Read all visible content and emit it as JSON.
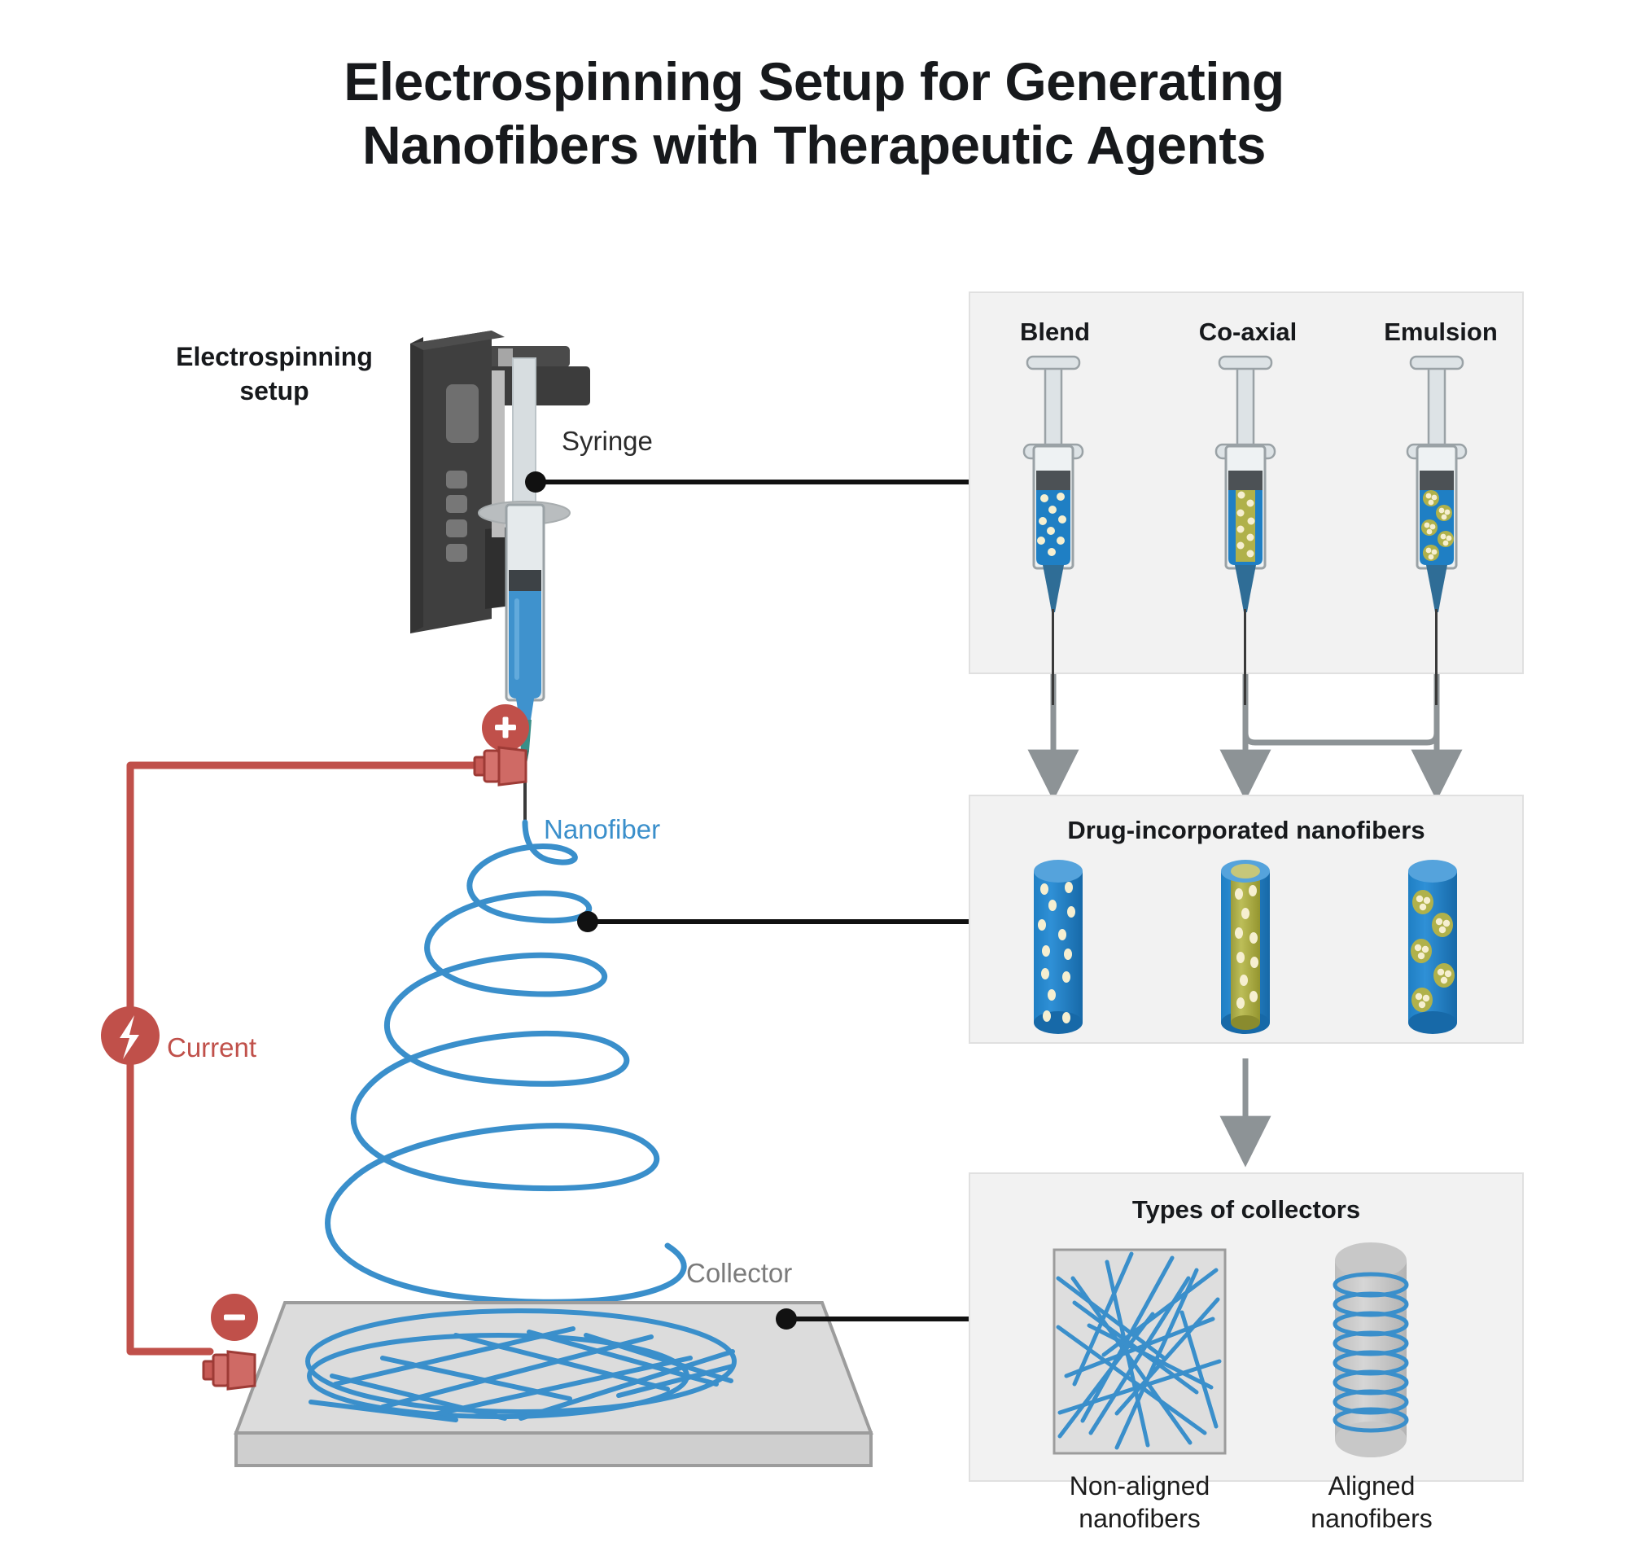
{
  "title": "Electrospinning Setup for Generating Nanofibers with Therapeutic Agents",
  "title_line1": "Electrospinning Setup for Generating",
  "title_line2": "Nanofibers with Therapeutic Agents",
  "labels": {
    "setup": "Electrospinning setup",
    "setup_line1": "Electrospinning",
    "setup_line2": "setup",
    "syringe": "Syringe",
    "nanofiber": "Nanofiber",
    "collector": "Collector",
    "current": "Current",
    "positive_electrode": "+",
    "negative_electrode": "-"
  },
  "panels": {
    "loading_methods": {
      "columns": [
        {
          "label": "Blend",
          "fill": "blue-with-cream-droplets"
        },
        {
          "label": "Co-axial",
          "fill": "blue-shell-olive-core"
        },
        {
          "label": "Emulsion",
          "fill": "blue-with-olive-emulsion-globules"
        }
      ]
    },
    "fibers": {
      "title": "Drug-incorporated nanofibers",
      "items": [
        {
          "type": "blend-fiber"
        },
        {
          "type": "coaxial-fiber"
        },
        {
          "type": "emulsion-fiber"
        }
      ]
    },
    "collectors": {
      "title": "Types of collectors",
      "items": [
        {
          "caption_line1": "Non-aligned",
          "caption_line2": "nanofibers",
          "kind": "flat-plate"
        },
        {
          "caption_line1": "Aligned",
          "caption_line2": "nanofibers",
          "kind": "rotating-drum"
        }
      ]
    }
  },
  "colors": {
    "fiber_blue": "#3a8fcb",
    "solution_blue": "#1f7fc4",
    "drug_cream": "#f6efd0",
    "olive": "#b0b14a",
    "current_red": "#c0504a",
    "panel_bg": "#f2f2f2",
    "panel_border": "#e0e0e0",
    "pump_dark": "#3c3c3c",
    "collector_gray": "#d9d9d9",
    "arrow_gray": "#8d9396",
    "text_dark": "#17191c"
  }
}
